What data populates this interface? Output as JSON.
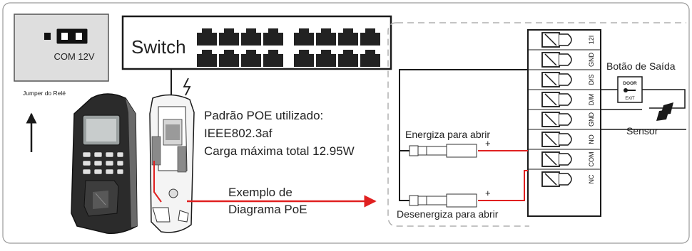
{
  "jumper": {
    "pins_label": "COM 12V",
    "caption": "Jumper do Relé"
  },
  "switch": {
    "label": "Switch"
  },
  "poe_info": {
    "line1": "Padrão POE utilizado:",
    "line2": "IEEE802.3af",
    "line3": "Carga máxima total 12.95W"
  },
  "example": {
    "line1": "Exemplo de",
    "line2": "Diagrama PoE"
  },
  "lock1": {
    "label": "Energiza para abrir",
    "plus": "+"
  },
  "lock2": {
    "label": "Desenergiza para abrir",
    "plus": "+"
  },
  "terminals": [
    "12I",
    "GND",
    "D/S",
    "D/M",
    "GND",
    "NO",
    "COM",
    "NC"
  ],
  "exit_button": {
    "label": "Botão de Saída",
    "top_text": "DOOR",
    "bottom_text": "EXIT"
  },
  "sensor": {
    "label": "Sensor"
  },
  "colors": {
    "wire_red": "#e02020",
    "wire_black": "#1a1a1a",
    "jumper_bg": "#dedede",
    "dashed_border": "#b0b0b0"
  }
}
